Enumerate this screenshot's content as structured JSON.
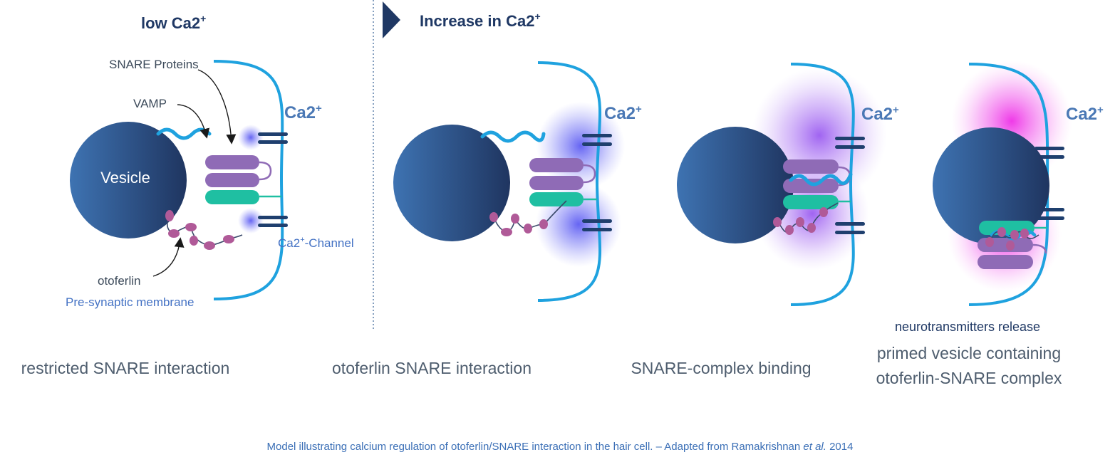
{
  "headings": {
    "low": "low Ca2",
    "low_sup": "+",
    "increase": "Increase in Ca2",
    "increase_sup": "+"
  },
  "labels": {
    "ca": "Ca2",
    "ca_sup": "+",
    "snare_proteins": "SNARE Proteins",
    "vamp": "VAMP",
    "vesicle": "Vesicle",
    "channel_pre": "Ca2",
    "channel_sup": "+",
    "channel_post": "-Channel",
    "otoferlin": "otoferlin",
    "membrane": "Pre-synaptic membrane",
    "release": "neurotransmitters release"
  },
  "captions": {
    "panel1": "restricted SNARE interaction",
    "panel2": "otoferlin SNARE interaction",
    "panel3": "SNARE-complex binding",
    "panel4_line1": "primed vesicle containing",
    "panel4_line2": "otoferlin-SNARE complex"
  },
  "footer": {
    "text_before": "Model illustrating calcium regulation of otoferlin/SNARE interaction in the hair cell. – Adapted from Ramakrishnan ",
    "text_italic": "et al.",
    "text_after": " 2014"
  },
  "colors": {
    "membrane": "#1fa2df",
    "vesicle_dark": "#1f3864",
    "vesicle_light": "#3d6fae",
    "snare_purple": "#8f6bb6",
    "snare_teal": "#1fbfa2",
    "otoferlin_beads": "#b05a98",
    "channel": "#1f3f6e",
    "glow_blue": "#6a6cf5",
    "glow_violet": "#a066f0",
    "glow_magenta": "#ee3ce8"
  }
}
